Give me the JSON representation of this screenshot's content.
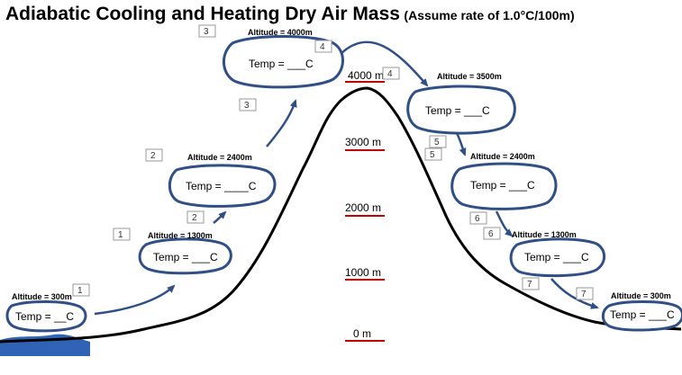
{
  "title": {
    "main": "Adiabatic Cooling and Heating Dry Air Mass",
    "note": "(Assume rate of 1.0°C/100m)"
  },
  "scale": [
    "4000 m",
    "3000 m",
    "2000 m",
    "1000 m",
    "0 m"
  ],
  "colors": {
    "cloud": "#2f4f86",
    "arrow": "#2f4f86",
    "scale_line": "#c00000",
    "water": "#2f63b5"
  },
  "parcels": [
    {
      "id": "parcel-1",
      "altitude": "Altitude = 300m",
      "temp": "Temp = __C"
    },
    {
      "id": "parcel-2",
      "altitude": "Altitude = 1300m",
      "temp": "Temp = ___C"
    },
    {
      "id": "parcel-3",
      "altitude": "Altitude = 2400m",
      "temp": "Temp = ____C"
    },
    {
      "id": "parcel-4",
      "altitude": "Altitude = 4000m",
      "temp": "Temp = ___C"
    },
    {
      "id": "parcel-5",
      "altitude": "Altitude = 3500m",
      "temp": "Temp = ___C"
    },
    {
      "id": "parcel-6",
      "altitude": "Altitude = 2400m",
      "temp": "Temp = ___C"
    },
    {
      "id": "parcel-7",
      "altitude": "Altitude = 1300m",
      "temp": "Temp = ___C"
    },
    {
      "id": "parcel-8",
      "altitude": "Altitude = 300m",
      "temp": "Temp = ___C"
    }
  ],
  "step_numbers": [
    "1",
    "1",
    "2",
    "2",
    "3",
    "3",
    "4",
    "4",
    "5",
    "5",
    "6",
    "6",
    "7",
    "7"
  ]
}
